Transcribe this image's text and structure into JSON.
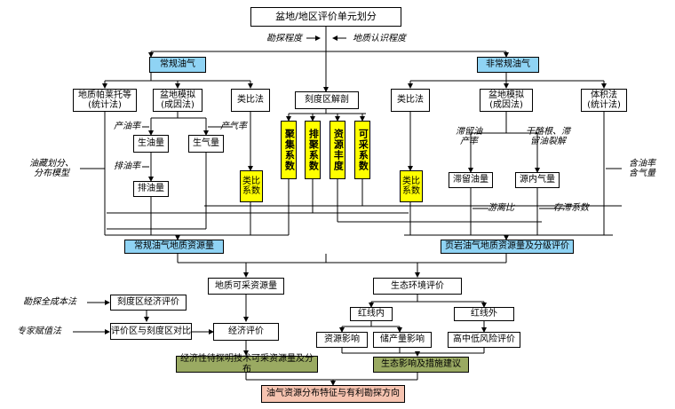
{
  "title": "盆地/地区评价单元划分",
  "inputs": {
    "exploration_degree": "勘探程度",
    "geologic_understanding": "地质认识程度"
  },
  "conventional": {
    "header": "常规油气",
    "methods": {
      "statistical": "地质帕莱托等\n(统计法)",
      "basin_sim": "盆地模拟\n(成因法)",
      "analogy": "类比法"
    },
    "oil_yield_rate": "产油率",
    "gas_yield_rate": "产气率",
    "oil_generation": "生油量",
    "gas_generation": "生气量",
    "oil_expulsion_rate": "排油率",
    "oil_expulsion": "排油量",
    "reservoir_model": "油藏划分、\n分布模型",
    "analogy_coef": "类比\n系数",
    "resource": "常规油气地质资源量"
  },
  "scale_dissection": {
    "header": "刻度区解剖",
    "columns": [
      "聚集系数",
      "排聚系数",
      "资源丰度",
      "可采系数"
    ]
  },
  "unconventional": {
    "header": "非常规油气",
    "methods": {
      "analogy": "类比法",
      "basin_sim": "盆地模拟\n(成因法)",
      "volumetric": "体积法\n(统计法)"
    },
    "retained_oil_rate": "滞留油\n产率",
    "kerogen_cracking": "干酪根、滞\n留油裂解",
    "retained_oil": "滞留油量",
    "source_gas": "源内气量",
    "free_ratio": "游离比",
    "retention_coef": "存滞系数",
    "oil_gas_content": "含油率\n含气量",
    "analogy_coef": "类比\n系数",
    "resource": "页岩油气地质资源量及分级评价"
  },
  "recoverable": {
    "header": "地质可采资源量",
    "full_cost": "勘探全成本法",
    "scale_econ": "刻度区经济评价",
    "expert": "专家赋值法",
    "compare": "评价区与刻度区对比",
    "econ_eval": "经济评价",
    "result": "经济性待探明技术可采资源量及分布"
  },
  "ecology": {
    "header": "生态环境评价",
    "inside": "红线内",
    "outside": "红线外",
    "resource_impact": "资源影响",
    "reserve_impact": "储产量影响",
    "risk": "高中低风险评价",
    "result": "生态影响及措施建议"
  },
  "final": "油气资源分布特征与有利勘探方向"
}
